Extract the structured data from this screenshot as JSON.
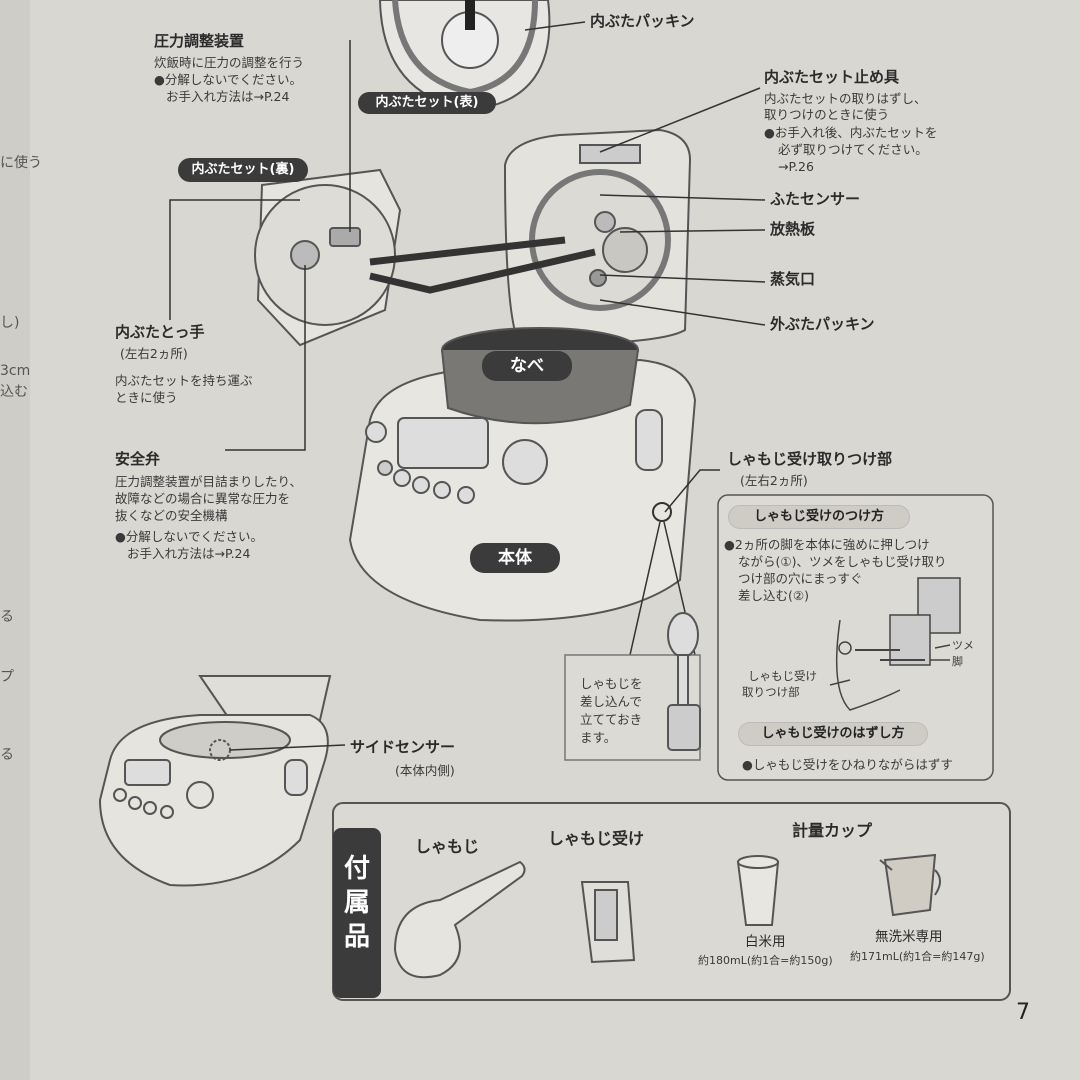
{
  "left_page": {
    "fragments": [
      "に使う",
      "し)",
      "3cm",
      "込む",
      "る",
      "プ",
      "る"
    ]
  },
  "labels": {
    "uchibuta_packing": "内ぶたパッキン",
    "uchibuta_front": "内ぶたセット(表)",
    "pressure": {
      "title": "圧力調整装置",
      "desc": "炊飯時に圧力の調整を行う",
      "bullet1": "●分解しないでください。",
      "bullet2": "お手入れ方法は→P.24"
    },
    "uchibuta_back": "内ぶたセット(裏)",
    "stopper": {
      "title": "内ぶたセット止め具",
      "desc1": "内ぶたセットの取りはずし、",
      "desc2": "取りつけのときに使う",
      "bullet1": "●お手入れ後、内ぶたセットを",
      "bullet2": "必ず取りつけてください。",
      "bullet3": "→P.26"
    },
    "lid_sensor": "ふたセンサー",
    "heat_plate": "放熱板",
    "steam_port": "蒸気口",
    "outer_packing": "外ぶたパッキン",
    "handle": {
      "title": "内ぶたとっ手",
      "sub": "(左右2ヵ所)",
      "desc1": "内ぶたセットを持ち運ぶ",
      "desc2": "ときに使う"
    },
    "nabe": "なべ",
    "safety_valve": {
      "title": "安全弁",
      "desc1": "圧力調整装置が目詰まりしたり、",
      "desc2": "故障などの場合に異常な圧力を",
      "desc3": "抜くなどの安全機構",
      "bullet1": "●分解しないでください。",
      "bullet2": "お手入れ方法は→P.24"
    },
    "body": "本体",
    "shamoji_mount": {
      "title": "しゃもじ受け取りつけ部",
      "sub": "(左右2ヵ所)"
    },
    "attach_box": {
      "header": "しゃもじ受けのつけ方",
      "line1": "●2ヵ所の脚を本体に強めに押しつけ",
      "line2": "ながら(①)、ツメをしゃもじ受け取り",
      "line3": "つけ部の穴にまっすぐ",
      "line4": "差し込む(②)",
      "tsume": "ツメ",
      "ashi": "脚",
      "mount1": "しゃもじ受け",
      "mount2": "取りつけ部",
      "remove_header": "しゃもじ受けのはずし方",
      "remove_text": "●しゃもじ受けをひねりながらはずす"
    },
    "shamoji_callout": {
      "line1": "しゃもじを",
      "line2": "差し込んで",
      "line3": "立てておき",
      "line4": "ます。"
    },
    "side_sensor": {
      "title": "サイドセンサー",
      "sub": "(本体内側)"
    }
  },
  "accessories": {
    "sidebar": "付属品",
    "items": [
      {
        "name": "しゃもじ"
      },
      {
        "name": "しゃもじ受け"
      },
      {
        "name": "計量カップ"
      }
    ],
    "cup_white": {
      "label": "白米用",
      "spec": "約180mL(約1合=約150g)"
    },
    "cup_musen": {
      "label": "無洗米専用",
      "spec": "約171mL(約1合=約147g)"
    }
  },
  "page_number": "7"
}
